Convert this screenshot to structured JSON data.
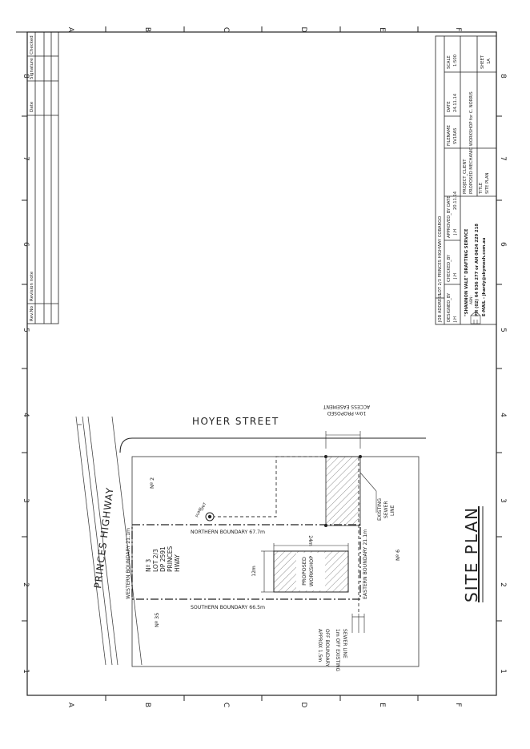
{
  "grid": {
    "letters": [
      "A",
      "B",
      "C",
      "D",
      "E",
      "F"
    ],
    "numbers": [
      "1",
      "2",
      "3",
      "4",
      "5",
      "6",
      "7",
      "8"
    ]
  },
  "revision_table": {
    "headers": [
      "Rev.No",
      "Revision note",
      "Date",
      "Signature",
      "Checked"
    ]
  },
  "title_block": {
    "job_address_label": "JOB ADDRESS",
    "job_address_value": "LOT 2/3 PRINCES HIGHWAY COBARGO",
    "designed_by_label": "DESIGNED_BY",
    "designed_by_value": "J.H",
    "checked_by_label": "CHECKED_BY",
    "checked_by_value": "J.H",
    "approved_by_label": "APPROVED_BY",
    "approved_by_value": "J.H",
    "date_col_label": "DATE",
    "date_col_value": "20.11.14",
    "filename_label": "FILENAME",
    "filename_value": "SV1RA5",
    "date_label": "DATE",
    "date_value": "24.11.14",
    "scale_label": "SCALE",
    "scale_value": "1:500",
    "company_name": "\"SHANNON VALE\" DRAFTING SERVICE",
    "company_abn": "ABN: ",
    "company_phone": "PH (02) 64 936 277 or AH 0424 229 218",
    "company_email": "E-MAIL - jhardy@skymesh.com.au",
    "project_client_label": "PROJECT_CLIENT",
    "project_client_value": "PROPOSED MECHANIC WORKSHOP for C. NORRIS",
    "title_label": "TITLE",
    "title_value": "SITE PLAN",
    "sheet_label": "SHEET",
    "sheet_value": "1A"
  },
  "plan": {
    "highway": "PRINCES HIGHWAY",
    "street": "HOYER STREET",
    "easement_line1": "ACCESS EASEMENT",
    "easement_line2": "10m PROPOSED",
    "lot_line1": "Nº 3",
    "lot_line2": "LOT 2/3",
    "lot_line3": "DP 2591",
    "lot_line4": "PRINCES",
    "lot_line5": "HWAY",
    "neighbor_north": "Nº 2",
    "neighbor_south": "Nº 35",
    "neighbor_east": "Nº 6",
    "northern_boundary": "NORTHERN BOUNDARY 67.7m",
    "southern_boundary": "SOUTHERN BOUNDARY 66.5m",
    "western_boundary": "WESTERN BOUNDARY 21.1m",
    "eastern_boundary": "EASTERN BOUNDARY 21.1m",
    "workshop_line1": "PROPOSED",
    "workshop_line2": "WORKSHOP",
    "dim_width": "24m",
    "dim_depth": "12m",
    "sewer_line1": "EXISTING",
    "sewer_line2": "SEWER",
    "sewer_line3": "LINE",
    "offset_line1": "APPROX 1.5m",
    "offset_line2": "OFF BOUNDARY",
    "offset_line3": "1m OFF EXISTING",
    "offset_line4": "SEWER LINE",
    "pump_label": "PUMP",
    "pump_label2": "UNIT",
    "site_plan_title": "SITE PLAN"
  }
}
